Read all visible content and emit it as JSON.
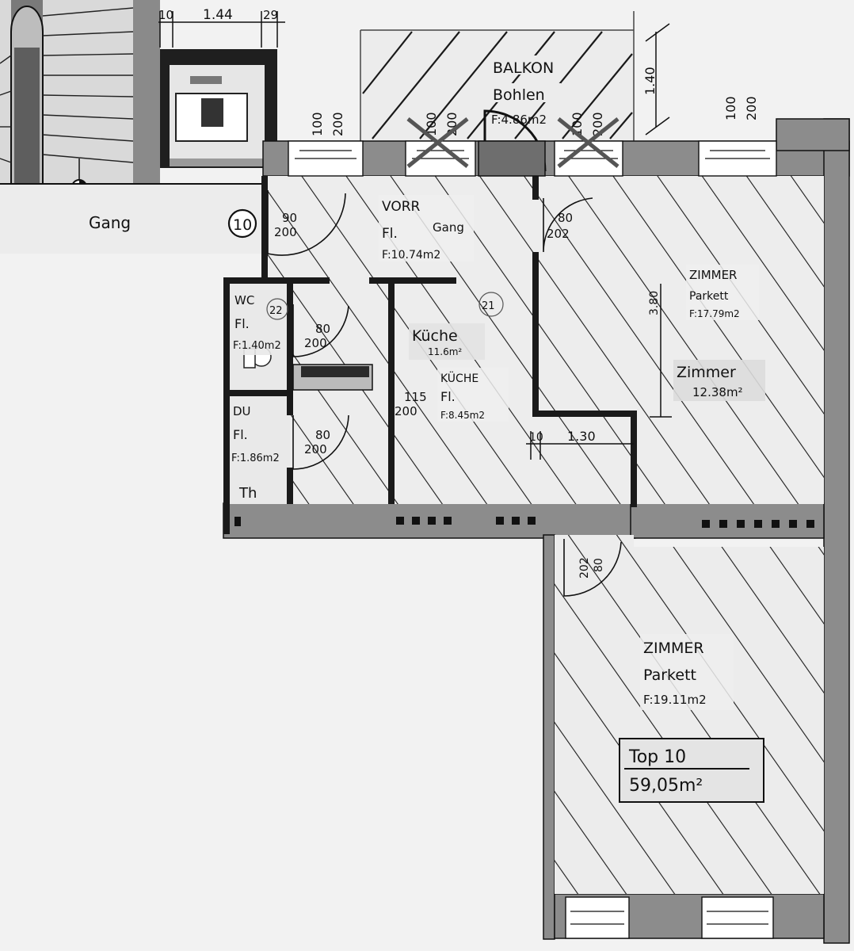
{
  "plan": {
    "corridor_label": "Gang",
    "unit_number": "10",
    "top_dims": {
      "d1": "10",
      "d2": "1.44",
      "d3": "29"
    },
    "balcony": {
      "name": "BALKON",
      "floor": "Bohlen",
      "area": "F:4.86m2",
      "height_dim": "1.40"
    },
    "windows": [
      {
        "top": "100",
        "bottom": "200"
      },
      {
        "top": "100",
        "bottom": "200"
      },
      {
        "top": "100",
        "bottom": "200"
      },
      {
        "top": "100",
        "bottom": "200"
      }
    ],
    "rooms": {
      "vorr": {
        "name": "VORR",
        "floor": "Fl.",
        "hw": "Gang",
        "area": "F:10.74m2",
        "number": ""
      },
      "wc": {
        "name": "WC",
        "floor": "Fl.",
        "area": "F:1.40m2",
        "number": "22"
      },
      "du": {
        "name": "DU",
        "floor": "Fl.",
        "area": "F:1.86m2"
      },
      "kueche": {
        "name": "KÜCHE",
        "floor": "Fl.",
        "area": "F:8.45m2",
        "hw_name": "Küche",
        "hw_area": "11.6m²",
        "number": "21"
      },
      "zimmer1": {
        "name": "ZIMMER",
        "floor": "Parkett",
        "area": "F:17.79m2",
        "hw_name": "Zimmer",
        "hw_area": "12.38m²",
        "height_dim": "3.80"
      },
      "zimmer2": {
        "name": "ZIMMER",
        "floor": "Parkett",
        "area": "F:19.11m2"
      }
    },
    "doors": [
      {
        "top": "90",
        "bottom": "200"
      },
      {
        "top": "80",
        "bottom": "202"
      },
      {
        "top": "80",
        "bottom": "200"
      },
      {
        "top": "80",
        "bottom": "200"
      },
      {
        "top": "115",
        "bottom": "200"
      },
      {
        "top": "202",
        "bottom": "80"
      }
    ],
    "inner_dims": {
      "d1": "10",
      "d2": "1.30"
    },
    "th_label": "Th",
    "summary": {
      "name": "Top 10",
      "area": "59,05m²"
    }
  }
}
